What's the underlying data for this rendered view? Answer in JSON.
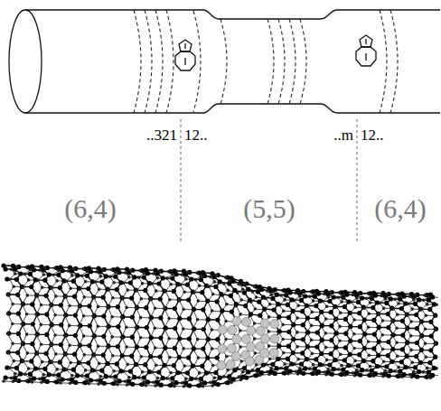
{
  "diagram": {
    "labels": [
      "..321",
      "12..",
      "..m",
      "12..",
      "(6,4)",
      "(5,5)",
      "(6,4)"
    ]
  }
}
